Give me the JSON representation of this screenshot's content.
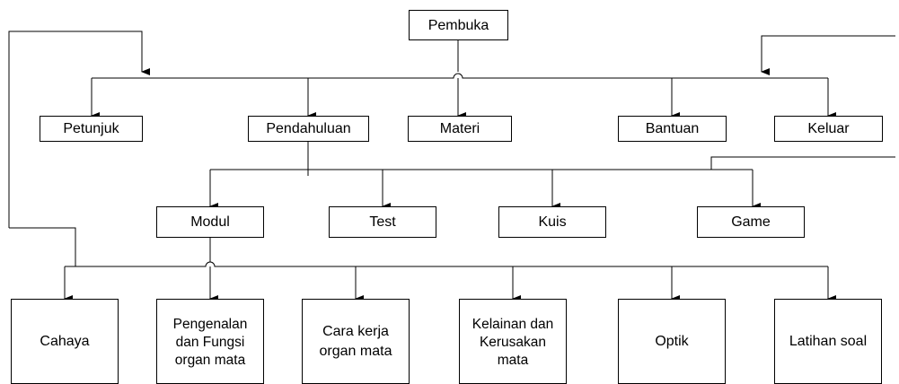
{
  "watermark": "",
  "nodes": {
    "root": "Pembuka",
    "petunjuk": "Petunjuk",
    "pendahuluan": "Pendahuluan",
    "materi": "Materi",
    "bantuan": "Bantuan",
    "keluar": "Keluar",
    "modul": "Modul",
    "test": "Test",
    "kuis": "Kuis",
    "game": "Game",
    "cahaya": "Cahaya",
    "pengenalan": "Pengenalan dan Fungsi organ mata",
    "cara_kerja": "Cara kerja organ mata",
    "kelainan": "Kelainan dan Kerusakan mata",
    "optik": "Optik",
    "latihan": "Latihan soal"
  }
}
